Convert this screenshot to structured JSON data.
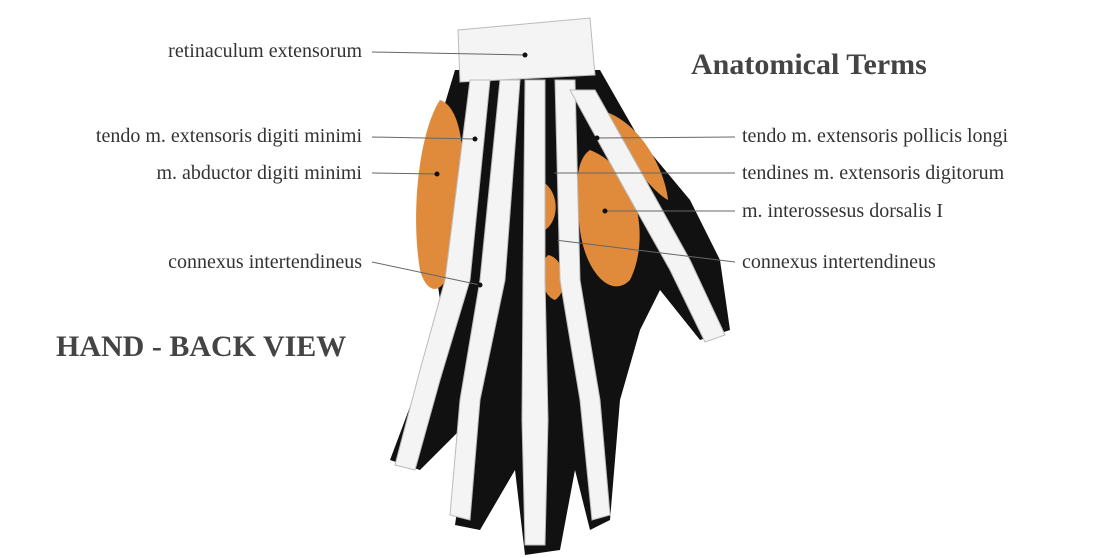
{
  "title": "Anatomical Terms",
  "subtitle": "HAND - BACK VIEW",
  "labels_left": [
    "retinaculum extensorum",
    "tendo m. extensoris digiti minimi",
    "m. abductor digiti minimi",
    "connexus intertendineus"
  ],
  "labels_right": [
    "tendo m. extensoris pollicis longi",
    "tendines m. extensoris digitorum",
    "m. interossesus dorsalis I",
    "connexus intertendineus"
  ],
  "colors": {
    "muscle": "#e08a3c",
    "tendon": "#f4f4f4",
    "shadow": "#111111",
    "leader": "#666666"
  }
}
